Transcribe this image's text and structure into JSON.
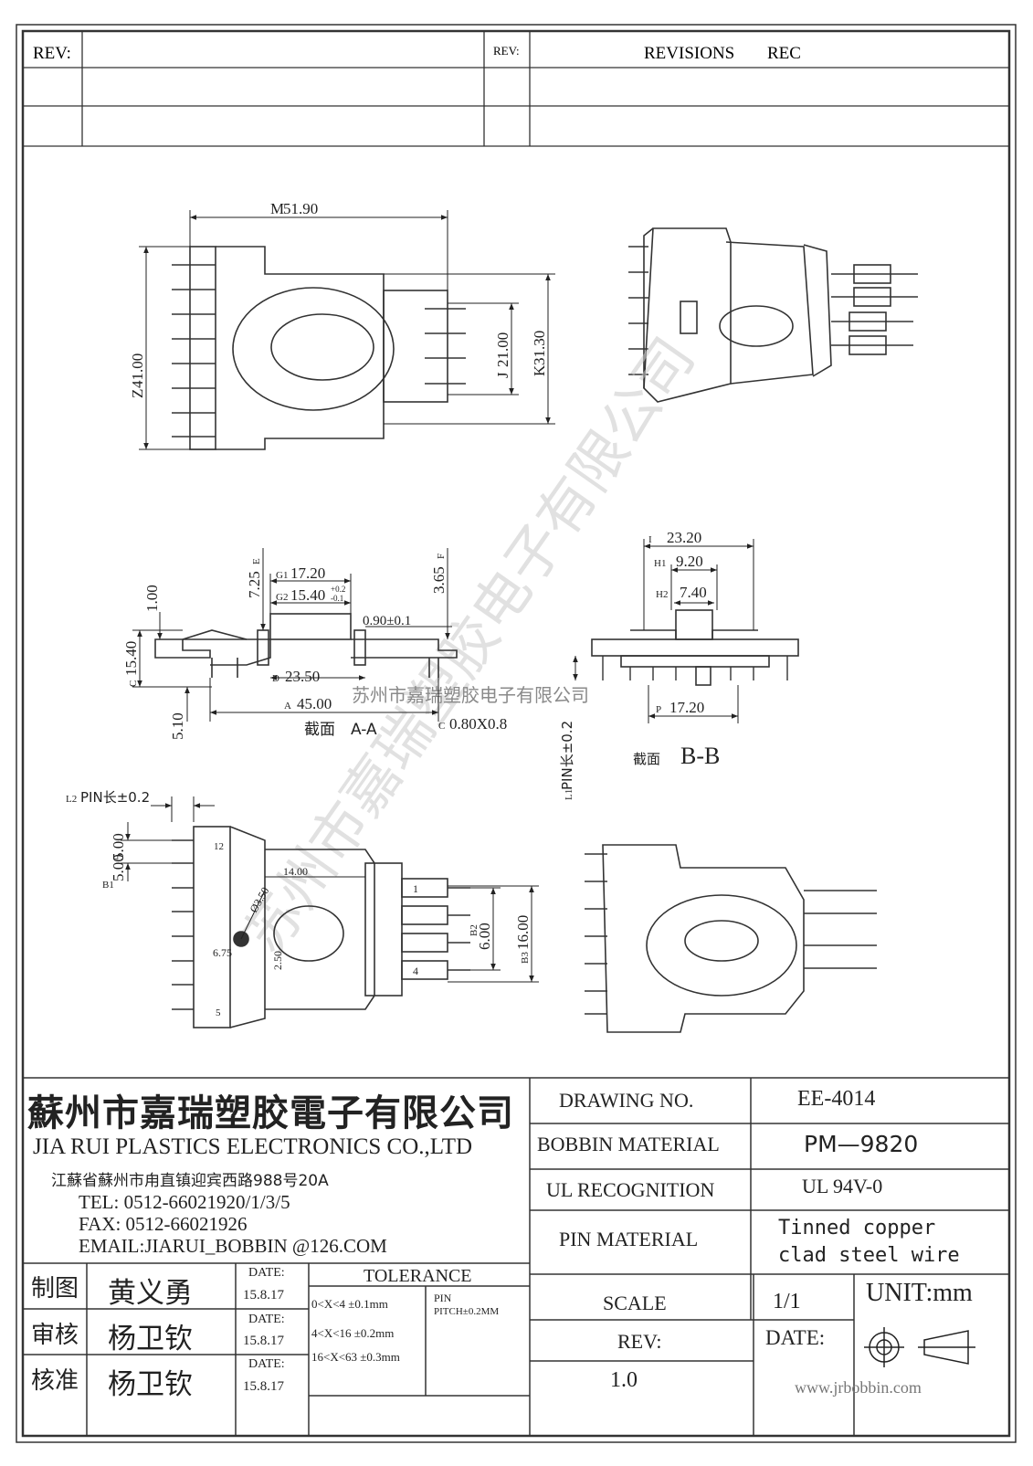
{
  "revision_header": {
    "rev_label_left": "REV:",
    "rev_label_right": "REV:",
    "revisions_label": "REVISIONS",
    "rec_label": "REC"
  },
  "watermark": {
    "company_cn": "苏州市嘉瑞塑胶电子有限公司"
  },
  "views": {
    "top": {
      "dims": {
        "width": "51.90",
        "width_tag": "M",
        "height": "41.00",
        "height_tag": "Z",
        "inner": "21.00",
        "inner_tag": "J",
        "outer": "31.30",
        "outer_tag": "K"
      }
    },
    "section_a": {
      "caption": "截面　A-A",
      "dims": {
        "g1": "17.20",
        "g1_tag": "G1",
        "g2": "15.40",
        "g2_tag": "G2",
        "tol_plus": "+0.2",
        "tol_minus": "-0.1",
        "e": "7.25",
        "e_tag": "E",
        "f": "3.65",
        "f_tag": "F",
        "t1": "1.00",
        "flange": "0.90±0.1",
        "height": "15.40",
        "height_tag": "C",
        "d": "23.50",
        "d_tag": "D",
        "length": "45.00",
        "length_tag": "A",
        "pin_low": "5.10",
        "pin_size": "0.80X0.8",
        "pin_size_tag": "C"
      }
    },
    "section_b": {
      "caption_cn": "截面",
      "caption": "B-B",
      "dims": {
        "i": "23.20",
        "i_tag": "I",
        "h1": "9.20",
        "h1_tag": "H1",
        "h2": "7.40",
        "h2_tag": "H2",
        "p": "17.20",
        "p_tag": "P",
        "pin_len": "PIN长±0.2",
        "pin_len_tag": "L1"
      }
    },
    "bottom": {
      "dims": {
        "pin_len": "PIN长±0.2",
        "pin_len_tag": "L2",
        "pitch": "5.00",
        "pitch_b1": "5.00",
        "pitch_b1_tag": "B1",
        "w1": "14.00",
        "dia": "Ø3.50",
        "x1": "6.75",
        "x2": "2.50",
        "b2": "6.00",
        "b2_tag": "B2",
        "b3": "16.00",
        "b3_tag": "B3",
        "pin_labels": [
          "12",
          "5",
          "1",
          "4"
        ]
      }
    }
  },
  "title_block": {
    "company_cn": "蘇州市嘉瑞塑胶電子有限公司",
    "company_en": "JIA RUI PLASTICS ELECTRONICS CO.,LTD",
    "address": "江蘇省蘇州市甪直镇迎宾西路988号20A",
    "tel": "TEL:  0512-66021920/1/3/5",
    "fax": "FAX:  0512-66021926",
    "email": "EMAIL:JIARUI_BOBBIN @126.COM",
    "fields": [
      {
        "label": "DRAWING   NO.",
        "value": "EE-4014"
      },
      {
        "label": "BOBBIN   MATERIAL",
        "value": "PM—9820"
      },
      {
        "label": "UL RECOGNITION",
        "value": "UL 94V-0"
      },
      {
        "label": "PIN MATERIAL",
        "value_line1": "Tinned copper",
        "value_line2": "clad steel wire"
      }
    ],
    "signatures": [
      {
        "role": "制图",
        "name": "黄义勇",
        "date_label": "DATE:",
        "date": "15.8.17"
      },
      {
        "role": "审核",
        "name": "杨卫钦",
        "date_label": "DATE:",
        "date": "15.8.17"
      },
      {
        "role": "核准",
        "name": "杨卫钦",
        "date_label": "DATE:",
        "date": "15.8.17"
      }
    ],
    "tolerance": {
      "title": "TOLERANCE",
      "rows": [
        "0<X<4  ±0.1mm",
        "4<X<16 ±0.2mm",
        "16<X<63 ±0.3mm"
      ],
      "pin_label": "PIN",
      "pin_pitch": "PITCH±0.2MM"
    },
    "scale_label": "SCALE",
    "scale_value": "1/1",
    "unit": "UNIT:mm",
    "rev_label": "REV:",
    "rev_value": "1.0",
    "date_label": "DATE:",
    "website": "www.jrbobbin.com"
  }
}
